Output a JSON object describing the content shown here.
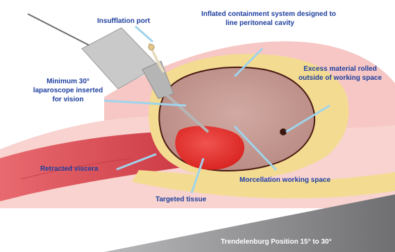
{
  "labels": {
    "insufflation_port": "Insufflation port",
    "containment_line1": "Inflated containment system designed to",
    "containment_line2": "line peritoneal cavity",
    "laparoscope_line1": "Minimum 30°",
    "laparoscope_line2": "laparoscope inserted",
    "laparoscope_line3": "for vision",
    "excess_line1": "Excess material rolled",
    "excess_line2": "outside of working space",
    "retracted_viscera": "Retracted viscera",
    "morcellation": "Morcellation working space",
    "targeted_tissue": "Targeted tissue",
    "trendelenburg": "Trendelenburg Position 15° to 30°"
  },
  "colors": {
    "label_text": "#1f3f9f",
    "arrow": "#9fd4ec",
    "bag_fill": "#c89a93",
    "bag_outline": "#4a1a12",
    "target_tissue": "#e8302e",
    "fat_layer": "#f3dc92",
    "wall_pink": "#f6c7c4",
    "viscera_red": "#d8404a",
    "ramp_gray": "#8d8d8f",
    "instrument_gray": "#c9c9c9"
  }
}
